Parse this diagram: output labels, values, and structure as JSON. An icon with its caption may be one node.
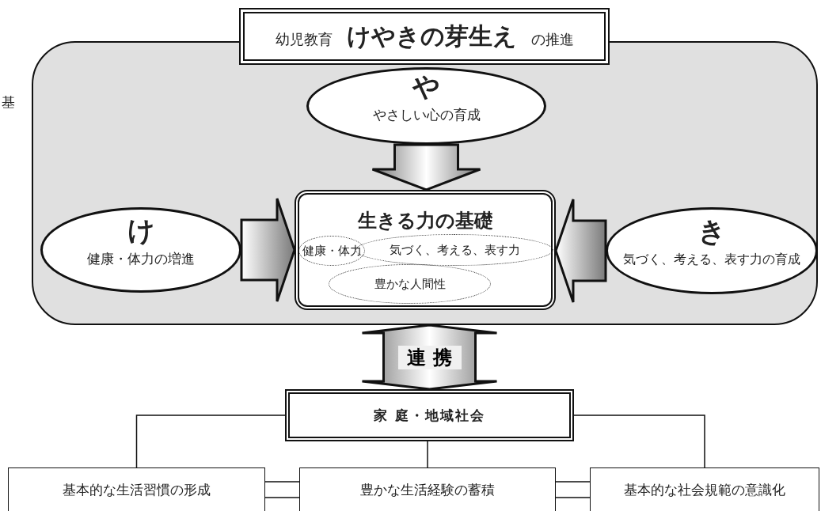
{
  "diagram": {
    "nodes": [
      {
        "text": [],
        "shape": "box"
      },
      {
        "text": [
          "幼児教育　**けやきの芽生え**　の推進"
        ]
      },
      {
        "text": [
          "や",
          "やさしい心の育成"
        ],
        "in": 0
      },
      {
        "text": [
          "け",
          "健康・体力の増進"
        ],
        "in": 0
      },
      {
        "text": [
          "生きる力の基礎"
        ],
        "in": 0
      },
      {
        "text": [
          "健康・体力"
        ],
        "in": 4
      },
      {
        "text": [
          "気づく、考える、表す力"
        ],
        "in": 4
      },
      {
        "text": [
          "豊かな人間性"
        ],
        "in": 4
      },
      {
        "text": [
          "き",
          "気づく、考える、表す力の育成"
        ],
        "in": 0
      },
      {
        "text": [
          "家 庭・地域社会"
        ]
      },
      {
        "text": [
          "基本的な生活習慣の形成"
        ]
      },
      {
        "text": [
          "豊かな生活経験の蓄積"
        ]
      },
      {
        "text": [
          "基本的な社会規範の意識化"
        ]
      }
    ],
    "edges": [
      {
        "from": 2,
        "to": 4,
        "arrow": "to",
        "style": "thick"
      },
      {
        "from": 3,
        "to": 4,
        "arrow": "to",
        "style": "thick"
      },
      {
        "from": 8,
        "to": 4,
        "arrow": "to",
        "style": "thick"
      },
      {
        "from": 0,
        "to": 9,
        "arrow": "both",
        "style": "thick",
        "label": "連 携"
      },
      {
        "from": 9,
        "to": 10,
        "arrow": "none"
      },
      {
        "from": 9,
        "to": 11,
        "arrow": "none"
      },
      {
        "from": 9,
        "to": 12,
        "arrow": "none"
      },
      {
        "from": 10,
        "to": 11,
        "arrow": "none"
      },
      {
        "from": 11,
        "to": 12,
        "arrow": "none"
      }
    ],
    "labels": [
      "基"
    ]
  }
}
